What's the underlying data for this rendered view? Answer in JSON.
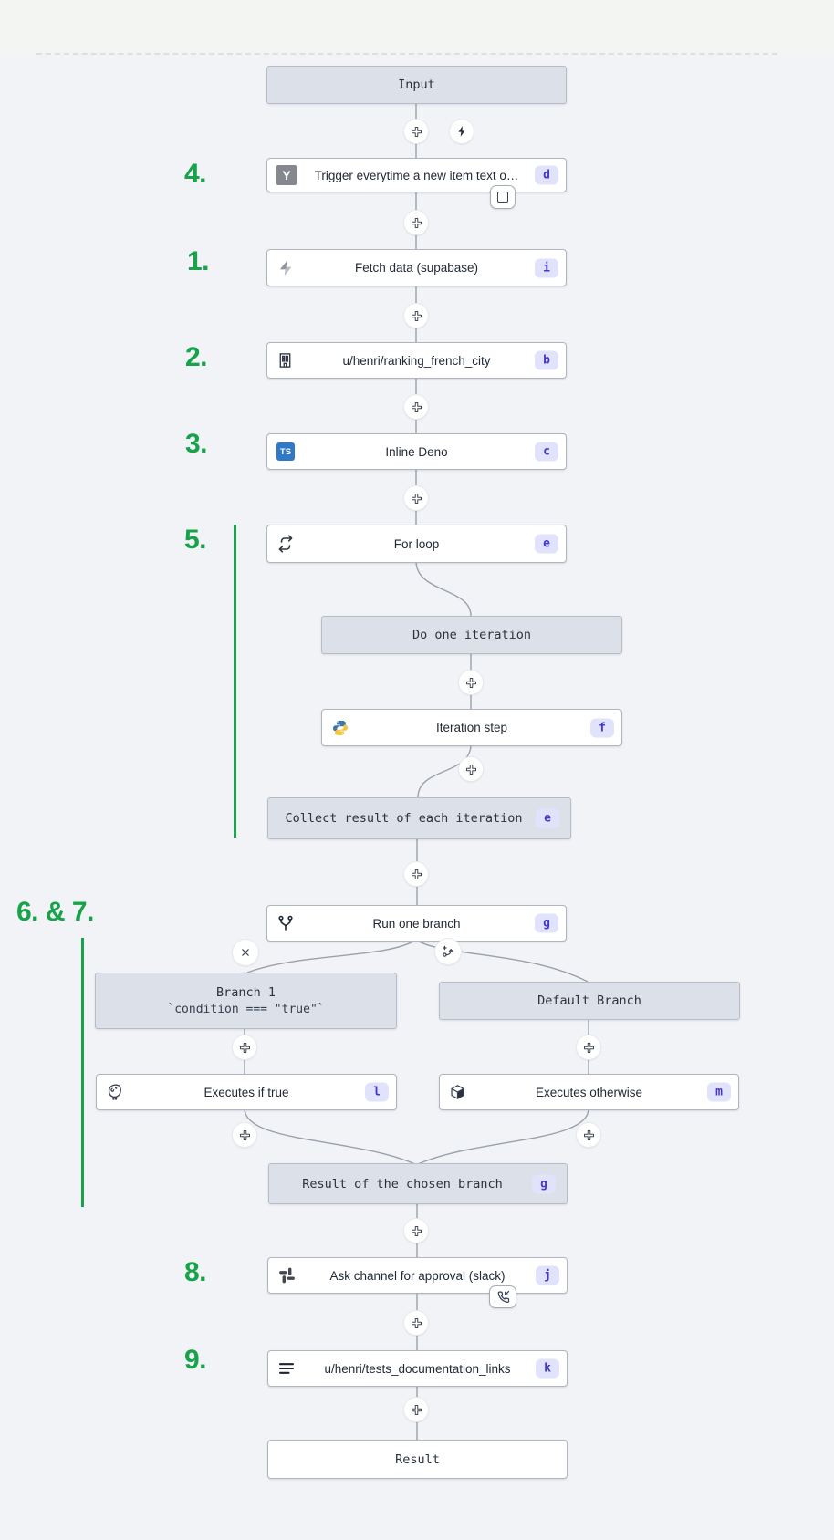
{
  "annotations": {
    "step1": "1.",
    "step2": "2.",
    "step3": "3.",
    "step4": "4.",
    "step5": "5.",
    "steps6_7": "6. & 7.",
    "step8": "8.",
    "step9": "9."
  },
  "nodes": {
    "input": {
      "label": "Input"
    },
    "trigger": {
      "label": "Trigger everytime a new item text o…",
      "badge": "d",
      "icon_letter": "Y"
    },
    "fetch_data": {
      "label": "Fetch data (supabase)",
      "badge": "i"
    },
    "ranking_script": {
      "label": "u/henri/ranking_french_city",
      "badge": "b"
    },
    "inline_deno": {
      "label": "Inline Deno",
      "badge": "c",
      "icon_letter": "TS"
    },
    "for_loop": {
      "label": "For loop",
      "badge": "e"
    },
    "do_one_iteration": {
      "label": "Do one iteration"
    },
    "iteration_step": {
      "label": "Iteration step",
      "badge": "f"
    },
    "collect_result": {
      "label": "Collect result of each iteration",
      "badge": "e"
    },
    "run_one_branch": {
      "label": "Run one branch",
      "badge": "g"
    },
    "branch_1": {
      "label": "Branch 1",
      "condition": "`condition === \"true\"`"
    },
    "default_branch": {
      "label": "Default Branch"
    },
    "executes_if_true": {
      "label": "Executes if true",
      "badge": "l"
    },
    "executes_otherwise": {
      "label": "Executes otherwise",
      "badge": "m"
    },
    "chosen_branch_result": {
      "label": "Result of the chosen branch",
      "badge": "g"
    },
    "slack_approval": {
      "label": "Ask channel for approval (slack)",
      "badge": "j"
    },
    "docs_script": {
      "label": "u/henri/tests_documentation_links",
      "badge": "k"
    },
    "result": {
      "label": "Result"
    }
  },
  "colors": {
    "annotation_green": "#16a34a",
    "badge_bg": "#e0e3fb",
    "badge_text": "#4338ca",
    "node_bg": "#ffffff",
    "node_border": "#b0b5bf",
    "virtual_node_bg": "#dce1e9",
    "edge": "#9aa1ab",
    "canvas_bg": "#f1f3f6"
  }
}
